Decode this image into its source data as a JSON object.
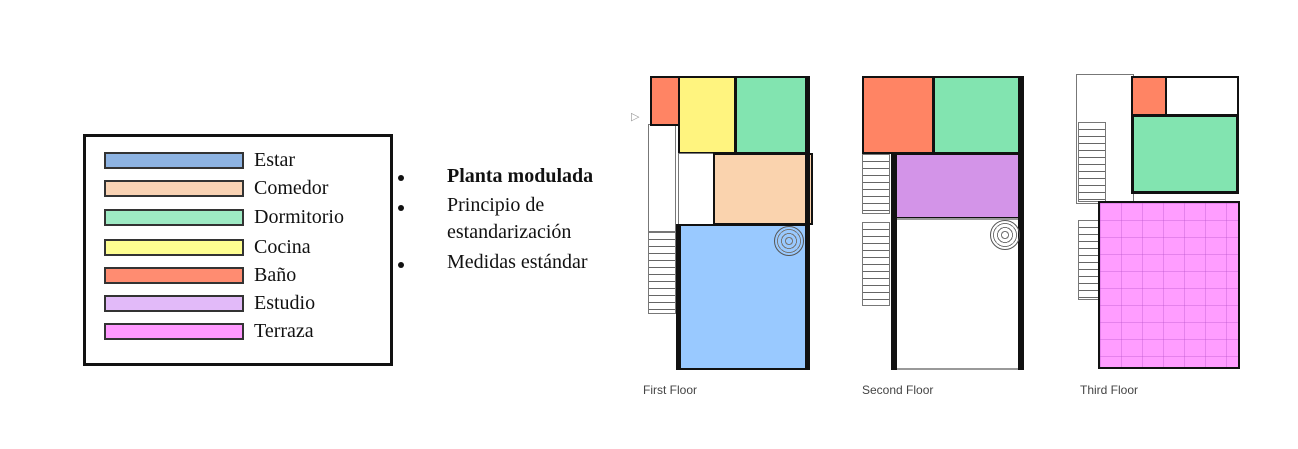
{
  "legend": {
    "items": [
      {
        "label": "Estar",
        "color": "#8DB3E2"
      },
      {
        "label": "Comedor",
        "color": "#F9D3B4"
      },
      {
        "label": "Dormitorio",
        "color": "#9EEAC4"
      },
      {
        "label": "Cocina",
        "color": "#FEFE91"
      },
      {
        "label": "Baño",
        "color": "#FF8C71"
      },
      {
        "label": "Estudio",
        "color": "#E2BAF9"
      },
      {
        "label": "Terraza",
        "color": "#FF99FF"
      }
    ]
  },
  "bullets": [
    {
      "text": "Planta modulada",
      "bold": true
    },
    {
      "text": "Principio de",
      "text2": "estandarización",
      "bold": false
    },
    {
      "text": "Medidas estándar",
      "bold": false
    }
  ],
  "floors": [
    {
      "label": "First Floor"
    },
    {
      "label": "Second Floor"
    },
    {
      "label": "Third Floor"
    }
  ],
  "colors": {
    "estar_plan": "#99C9FF",
    "comedor_plan": "#FAD3AE",
    "dormitorio_plan": "#82E4B0",
    "cocina_plan": "#FFF47F",
    "bano_plan": "#FF8464",
    "estudio_plan": "#D394E8",
    "terraza_plan": "#FF9DFF"
  }
}
